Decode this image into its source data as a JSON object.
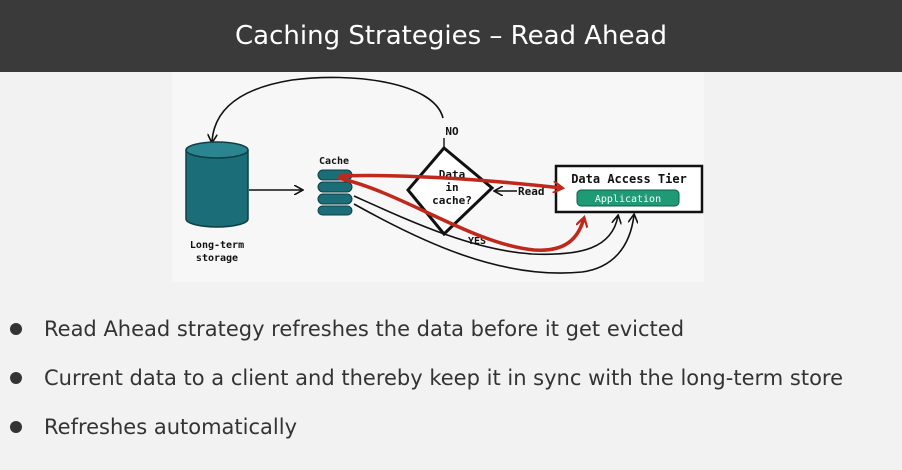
{
  "slide": {
    "title": "Caching Strategies – Read Ahead"
  },
  "diagram": {
    "storage_label_line1": "Long-term",
    "storage_label_line2": "storage",
    "cache_label": "Cache",
    "decision_line1": "Data",
    "decision_line2": "in",
    "decision_line3": "cache?",
    "no_label": "NO",
    "yes_label": "YES",
    "read_label": "Read",
    "tier_title": "Data Access Tier",
    "app_label": "Application",
    "colors": {
      "storage": "#1b6d77",
      "cache": "#1b6d77",
      "application": "#1e9a77",
      "highlight_arrow": "#c0281c"
    }
  },
  "bullets": [
    "Read Ahead strategy refreshes the data before it get evicted",
    "Current data to a client and thereby keep it in sync with the long-term store",
    "Refreshes automatically"
  ]
}
